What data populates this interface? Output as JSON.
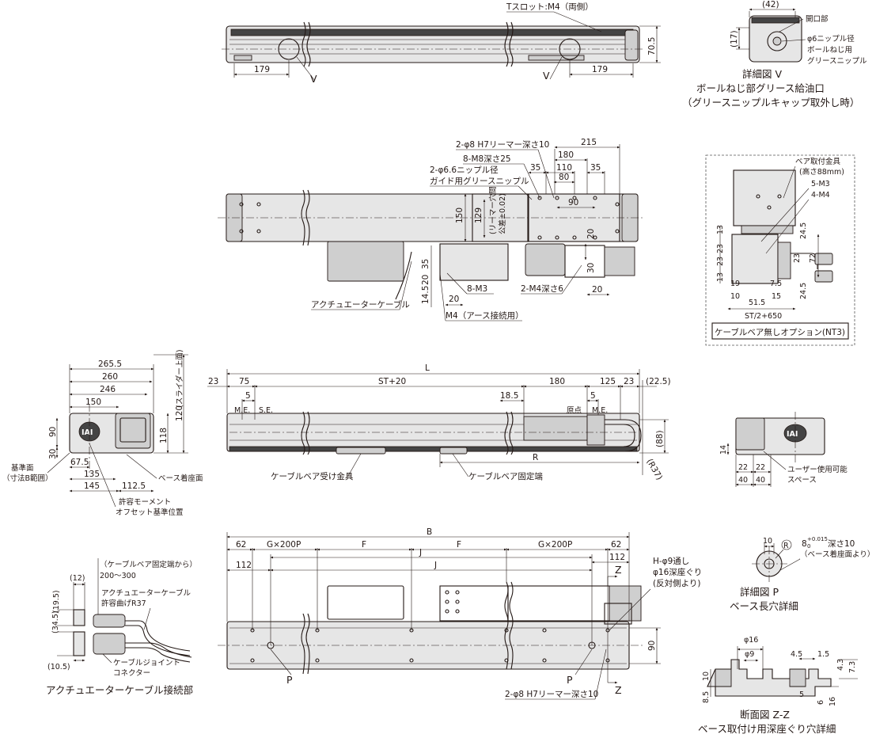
{
  "top_view": {
    "t_slot_note": "Tスロット:M4（両側）",
    "dim_left": "179",
    "dim_right": "179",
    "dim_height": "70.5",
    "view_mark": "V"
  },
  "detail_v": {
    "dim_top": "(42)",
    "dim_left": "(17)",
    "note_opening": "開口部",
    "note_nipple_1": "φ6ニップル径",
    "note_nipple_2": "ボールねじ用",
    "note_nipple_3": "グリースニップル",
    "caption_1": "詳細図 V",
    "caption_2": "ボールねじ部グリース給油口",
    "caption_3": "（グリースニップルキャップ取外し時）"
  },
  "slider_view": {
    "note_reamer": "2-φ8 H7リーマー深さ10",
    "note_m8": "8-M8深さ25",
    "note_nipple_1": "2-φ6.6ニップル径",
    "note_nipple_2": "ガイド用グリースニップル",
    "dim_215": "215",
    "dim_180": "180",
    "dim_35a": "35",
    "dim_110": "110",
    "dim_35b": "35",
    "dim_80": "80",
    "dim_90": "90",
    "dim_150": "150",
    "dim_129": "129",
    "reamer_pitch": "(リーマー穴間",
    "reamer_pitch_2": "公差±0.02)",
    "dim_20a": "20",
    "dim_30": "30",
    "dim_35c": "35",
    "dim_20b": "20",
    "dim_14_5": "14.5",
    "dim_20c": "20",
    "dim_20d": "20",
    "note_8m3": "8-M3",
    "note_2m4": "2-M4深さ6",
    "note_cable": "アクチュエーターケーブル",
    "note_earth": "M4（アース接続用）"
  },
  "nt3_box": {
    "note_bracket_1": "ベア取付金具",
    "note_bracket_2": "(高さ88mm)",
    "note_5m3": "5-M3",
    "note_4m4": "4-M4",
    "dims_left": [
      "13",
      "23",
      "23",
      "13"
    ],
    "dim_24_5a": "24.5",
    "dim_23": "23",
    "dim_72": "72",
    "dim_24_5b": "24.5",
    "dim_19": "19",
    "dim_7_5": "7.5",
    "dim_10": "10",
    "dim_51_5": "51.5",
    "dim_15": "15",
    "dim_st": "ST/2+650",
    "title": "ケーブルベア無しオプション(NT3)"
  },
  "end_view": {
    "dim_265_5": "265.5",
    "dim_260": "260",
    "dim_246": "246",
    "dim_150": "150",
    "dim_120": "120",
    "dim_120_note": "(スライダー上面)",
    "dim_118": "118",
    "dim_90": "90",
    "dim_30": "30",
    "dim_67_5": "67.5",
    "dim_135": "135",
    "dim_145": "145",
    "dim_112_5": "112.5",
    "logo": "IAI",
    "note_ref_1": "基準面",
    "note_ref_2": "（寸法B範囲）",
    "note_base": "ベース着座面",
    "note_moment_1": "許容モーメント",
    "note_moment_2": "オフセット基準位置"
  },
  "side_view": {
    "dim_L": "L",
    "dim_23a": "23",
    "dim_75": "75",
    "dim_st20": "ST+20",
    "dim_180": "180",
    "dim_125": "125",
    "dim_23b": "23",
    "dim_22_5": "(22.5)",
    "dim_5a": "5",
    "dim_18_5": "18.5",
    "dim_5b": "5",
    "me_left": "M.E.",
    "se": "S.E.",
    "origin": "原点",
    "me_right": "M.E.",
    "dim_88": "(88)",
    "dim_R": "R",
    "dim_r37": "(R37)",
    "note_bracket": "ケーブルベア受け金具",
    "note_fixed": "ケーブルベア固定端"
  },
  "small_end": {
    "logo": "IAI",
    "dim_14": "14",
    "dim_22a": "22",
    "dim_22b": "22",
    "dim_40a": "40",
    "dim_40b": "40",
    "note_1": "ユーザー使用可能",
    "note_2": "スペース"
  },
  "base_view": {
    "dim_B": "B",
    "dim_62a": "62",
    "dim_gx200a": "G×200P",
    "dim_Fa": "F",
    "dim_Fb": "F",
    "dim_gx200b": "G×200P",
    "dim_62b": "62",
    "dim_112a": "112",
    "dim_Ja": "J",
    "dim_Jb": "J",
    "dim_112b": "112",
    "dim_90": "90",
    "note_h_1": "H-φ9通し",
    "note_h_2": "φ16深座ぐり",
    "note_h_3": "(反対側より)",
    "note_reamer": "2-φ8 H7リーマー深さ10",
    "mark_P": "P",
    "mark_Z": "Z"
  },
  "cable_joint": {
    "dim_12": "(12)",
    "dim_19_5": "(19.5)",
    "dim_34_5": "(34.5)",
    "dim_10_5": "(10.5)",
    "note_range_1": "（ケーブルベア固定端から）",
    "note_range_2": "200〜300",
    "note_bend_1": "アクチュエーターケーブル",
    "note_bend_2": "許容曲げR37",
    "note_joint_1": "ケーブルジョイント",
    "note_joint_2": "コネクター",
    "caption": "アクチュエーターケーブル接続部"
  },
  "detail_p": {
    "dim_10": "10",
    "dim_r": "R",
    "dim_8": "8",
    "tol_plus": "+0.015",
    "tol_zero": "0",
    "depth": "深さ10",
    "note": "（ベース着座面より）",
    "caption_1": "詳細図 P",
    "caption_2": "ベース長穴詳細"
  },
  "section_zz": {
    "dim_16": "φ16",
    "dim_9": "φ9",
    "dim_4_5": "4.5",
    "dim_1_5": "1.5",
    "dim_10": "10",
    "dim_8_5": "8.5",
    "dim_4_3": "4.3",
    "dim_7_3": "7.3",
    "dim_5": "5",
    "dim_6": "6",
    "dim_16b": "16",
    "caption_1": "断面図 Z-Z",
    "caption_2": "ベース取付け用深座ぐり穴詳細"
  }
}
